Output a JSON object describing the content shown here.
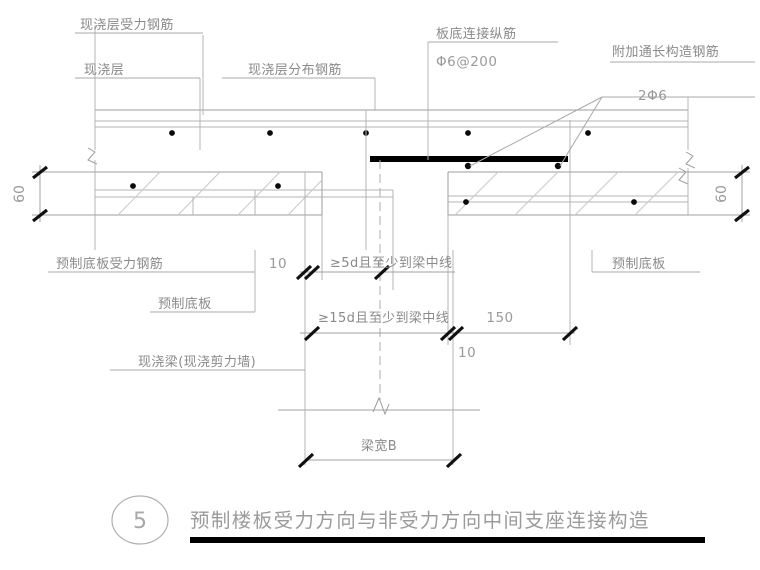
{
  "drawing": {
    "title_number": "5",
    "title": "预制楼板受力方向与非受力方向中间支座连接构造"
  },
  "labels": {
    "cast_layer_main_rebar": "现浇层受力钢筋",
    "cast_layer": "现浇层",
    "cast_layer_distribution_rebar": "现浇层分布钢筋",
    "slab_bottom_connect_rebar": "板底连接纵筋",
    "slab_bottom_connect_rebar_spec": "Φ6@200",
    "additional_through_rebar": "附加通长构造钢筋",
    "additional_through_rebar_spec": "2Φ6",
    "precast_bottom_slab_main_rebar": "预制底板受力钢筋",
    "precast_bottom_slab_left": "预制底板",
    "precast_bottom_slab_right": "预制底板",
    "cast_beam_or_shear_wall": "现浇梁(现浇剪力墙)"
  },
  "dimensions": {
    "left_thickness": "60",
    "right_thickness": "60",
    "gap_left": "10",
    "gap_right": "10",
    "anchorage_5d": "≥5d且至少到梁中线",
    "anchorage_15d": "≥15d且至少到梁中线",
    "lap_150": "150",
    "beam_width": "梁宽B"
  }
}
